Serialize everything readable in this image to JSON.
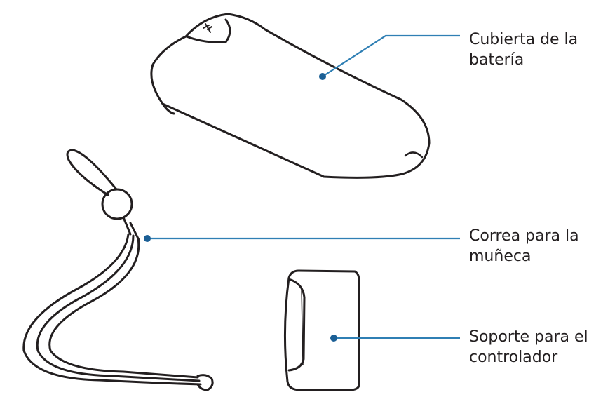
{
  "callouts": {
    "battery_cover": {
      "line1": "Cubierta de la",
      "line2": "batería"
    },
    "wrist_strap": {
      "line1": "Correa para la",
      "line2": "muñeca"
    },
    "controller_holder": {
      "line1": "Soporte para el",
      "line2": "controlador"
    }
  },
  "colors": {
    "outline": "#231f20",
    "leader": "#2f7fb4",
    "dot": "#1b5f95"
  }
}
